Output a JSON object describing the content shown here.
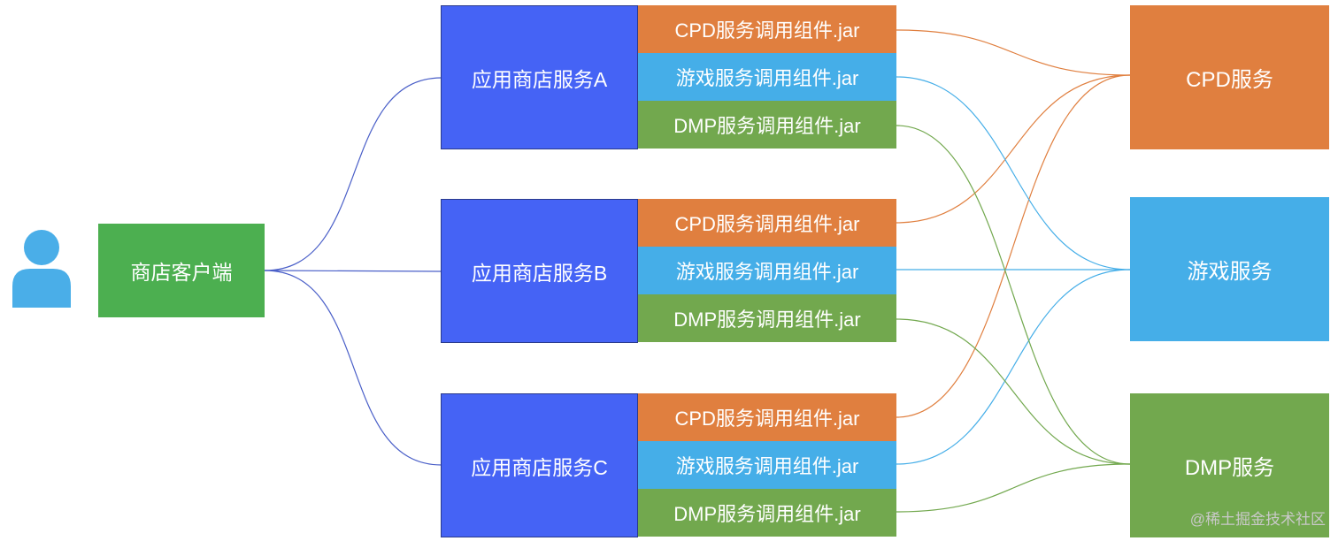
{
  "client": {
    "label": "商店客户端"
  },
  "services": [
    {
      "label": "应用商店服务A",
      "jars": [
        "CPD服务调用组件.jar",
        "游戏服务调用组件.jar",
        "DMP服务调用组件.jar"
      ]
    },
    {
      "label": "应用商店服务B",
      "jars": [
        "CPD服务调用组件.jar",
        "游戏服务调用组件.jar",
        "DMP服务调用组件.jar"
      ]
    },
    {
      "label": "应用商店服务C",
      "jars": [
        "CPD服务调用组件.jar",
        "游戏服务调用组件.jar",
        "DMP服务调用组件.jar"
      ]
    }
  ],
  "targets": [
    {
      "label": "CPD服务"
    },
    {
      "label": "游戏服务"
    },
    {
      "label": "DMP服务"
    }
  ],
  "watermark": "@稀土掘金技术社区",
  "colors": {
    "client": "#4caf50",
    "service": "#4563f5",
    "cpd": "#e07f3f",
    "game": "#45aee8",
    "dmp": "#72a84e",
    "person": "#4aaee8",
    "client_link": "#4a5fc8"
  }
}
